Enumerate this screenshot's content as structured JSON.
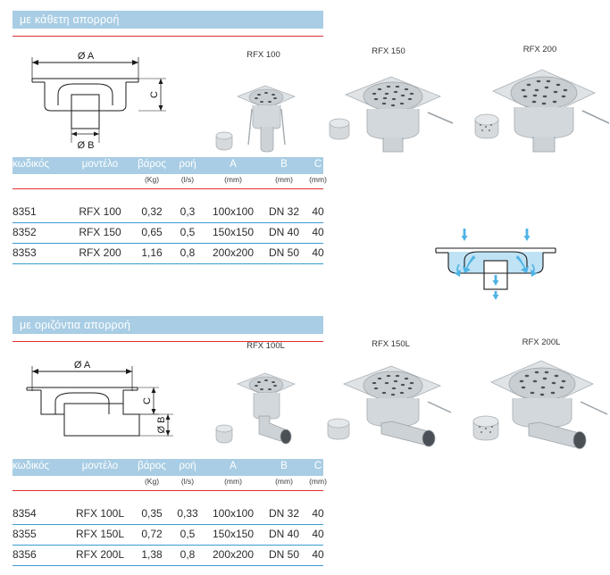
{
  "sections": [
    {
      "id": "vertical",
      "title": "με κάθετη απορροή",
      "drawing": {
        "dim_a": "Ø A",
        "dim_b": "Ø B",
        "dim_c": "C"
      },
      "products": [
        {
          "label": "RFX 100"
        },
        {
          "label": "RFX 150"
        },
        {
          "label": "RFX 200"
        }
      ],
      "table": {
        "headers": [
          "κωδικός",
          "μοντέλο",
          "βάρος",
          "ροή",
          "A",
          "B",
          "C"
        ],
        "units": [
          "",
          "",
          "(Kg)",
          "(l/s)",
          "(mm)",
          "(mm)",
          "(mm)"
        ],
        "rows": [
          [
            "8351",
            "RFX 100",
            "0,32",
            "0,3",
            "100x100",
            "DN 32",
            "40"
          ],
          [
            "8352",
            "RFX 150",
            "0,65",
            "0,5",
            "150x150",
            "DN 40",
            "40"
          ],
          [
            "8353",
            "RFX 200",
            "1,16",
            "0,8",
            "200x200",
            "DN 50",
            "40"
          ]
        ]
      }
    },
    {
      "id": "horizontal",
      "title": "με οριζόντια απορροή",
      "drawing": {
        "dim_a": "Ø A",
        "dim_b": "Ø B",
        "dim_c": "C"
      },
      "products": [
        {
          "label": "RFX 100L"
        },
        {
          "label": "RFX 150L"
        },
        {
          "label": "RFX 200L"
        }
      ],
      "table": {
        "headers": [
          "κωδικός",
          "μοντέλο",
          "βάρος",
          "ροή",
          "A",
          "B",
          "C"
        ],
        "units": [
          "",
          "",
          "(Kg)",
          "(l/s)",
          "(mm)",
          "(mm)",
          "(mm)"
        ],
        "rows": [
          [
            "8354",
            "RFX 100L",
            "0,35",
            "0,33",
            "100x100",
            "DN 32",
            "40"
          ],
          [
            "8355",
            "RFX 150L",
            "0,72",
            "0,5",
            "150x150",
            "DN 40",
            "40"
          ],
          [
            "8356",
            "RFX 200L",
            "1,38",
            "0,8",
            "200x200",
            "DN 50",
            "40"
          ]
        ]
      }
    }
  ],
  "flow_diagram": {
    "name": "water-flow-cross-section",
    "water_color": "#bfe2f5",
    "arrow_color": "#4eb3e5"
  },
  "colors": {
    "band_blue": "#a8cde4",
    "rule_red": "#e03030",
    "row_line_blue": "#3c9bd0",
    "text_dark": "#2b2b2b",
    "metal_light": "#e9ecee",
    "metal_mid": "#c6cbcf",
    "metal_dark": "#9aa1a6"
  }
}
